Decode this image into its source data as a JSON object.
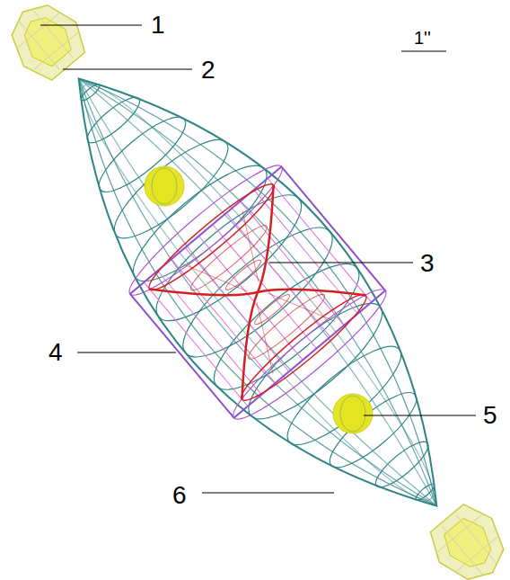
{
  "diagram": {
    "labels": [
      "1",
      "2",
      "3",
      "4",
      "5",
      "6",
      "1''"
    ]
  }
}
